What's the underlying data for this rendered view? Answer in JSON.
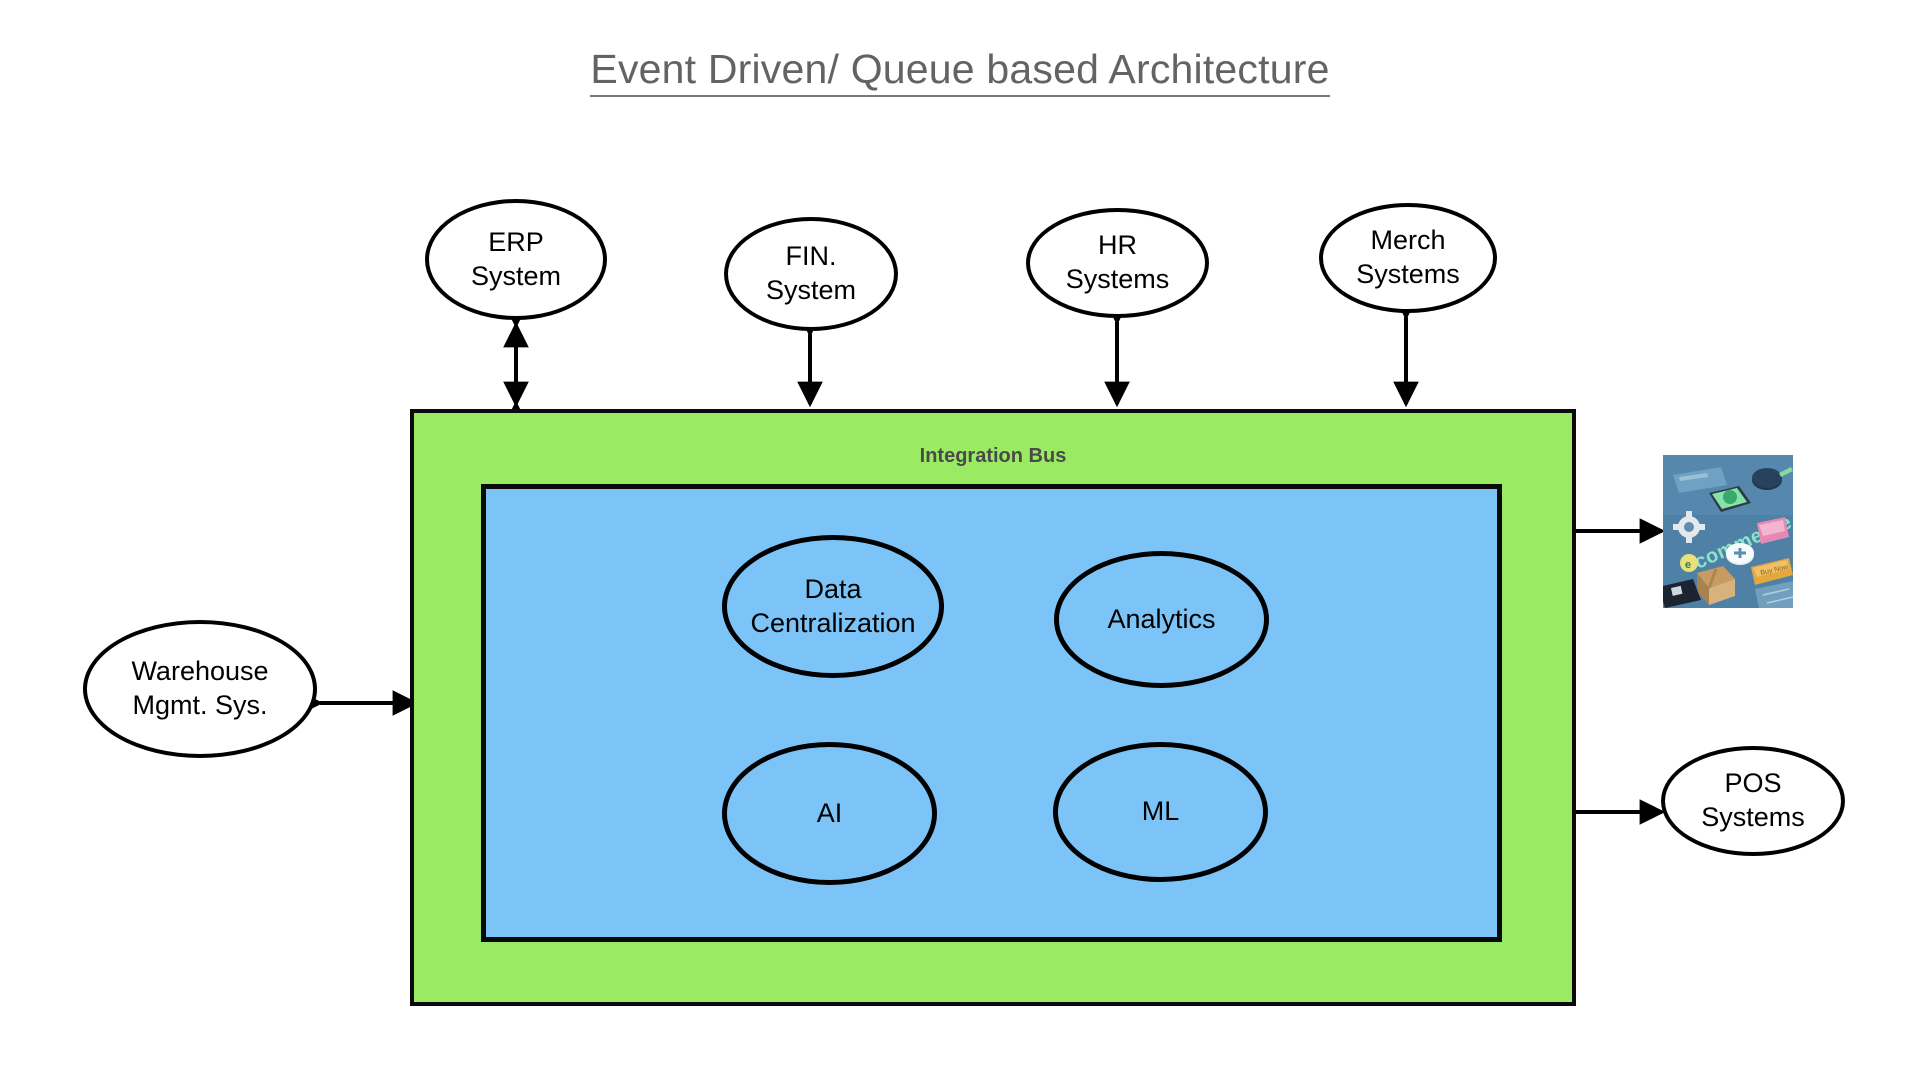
{
  "title": "Event Driven/ Queue based Architecture",
  "bus": {
    "label": "Integration Bus",
    "fill_color": "#9BEA63",
    "border_color": "#000000"
  },
  "core": {
    "fill_color": "#7CC4F7",
    "border_color": "#000000"
  },
  "top_systems": [
    {
      "id": "erp",
      "line1": "ERP",
      "line2": "System"
    },
    {
      "id": "fin",
      "line1": "FIN.",
      "line2": "System"
    },
    {
      "id": "hr",
      "line1": "HR",
      "line2": "Systems"
    },
    {
      "id": "merch",
      "line1": "Merch",
      "line2": "Systems"
    }
  ],
  "side_systems": {
    "left": {
      "id": "wms",
      "line1": "Warehouse",
      "line2": "Mgmt. Sys."
    },
    "right_bottom": {
      "id": "pos",
      "line1": "POS",
      "line2": "Systems"
    }
  },
  "core_capabilities": [
    {
      "id": "data",
      "line1": "Data",
      "line2": "Centralization"
    },
    {
      "id": "analytics",
      "line1": "Analytics",
      "line2": ""
    },
    {
      "id": "ai",
      "line1": "AI",
      "line2": ""
    },
    {
      "id": "ml",
      "line1": "ML",
      "line2": ""
    }
  ],
  "ecommerce_image": {
    "alt": "e-commerce illustration",
    "word": "e-commerce",
    "background_color": "#4d7fa3",
    "word_color": "#8fe3c6"
  },
  "title_color": "#636363",
  "bus_label_color": "#4a4a4a"
}
